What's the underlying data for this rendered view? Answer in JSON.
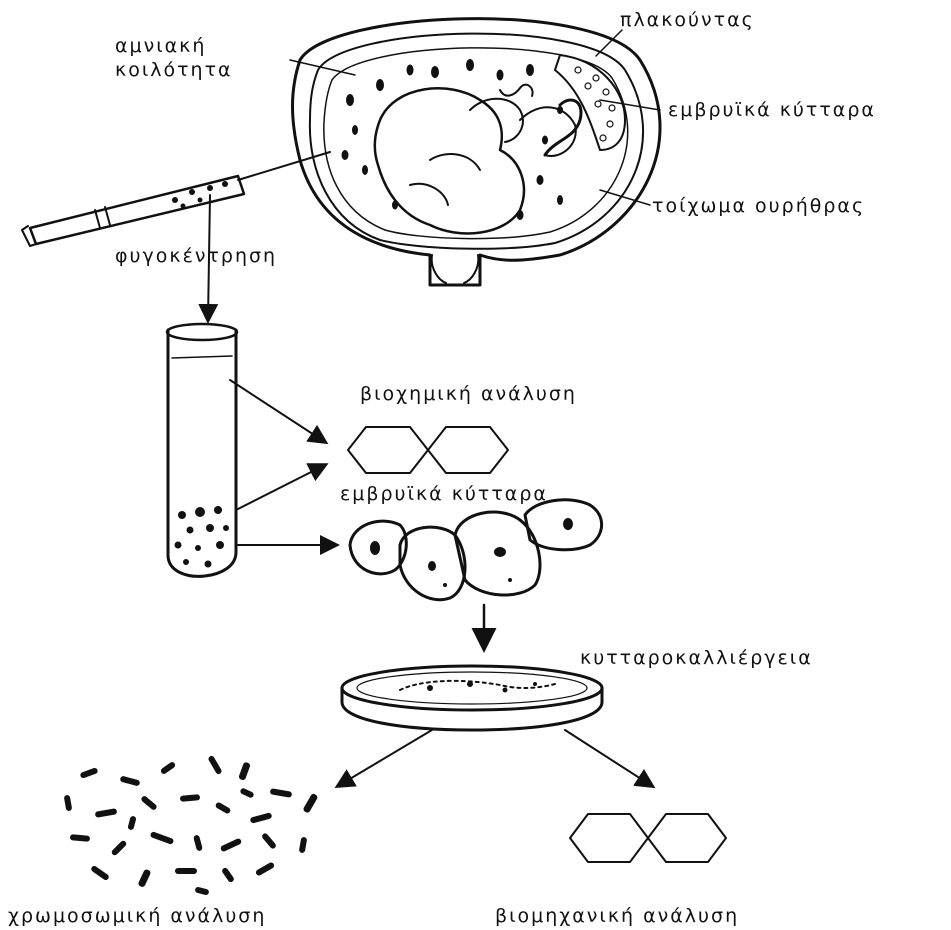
{
  "labels": {
    "amniotic_cavity_line1": "αμνιακή",
    "amniotic_cavity_line2": "κοιλότητα",
    "placenta": "πλακούντας",
    "fetal_cells_top": "εμβρυϊκά κύτταρα",
    "uterine_wall": "τοίχωμα ουρήθρας",
    "centrifugation": "φυγοκέντρηση",
    "biochemical_analysis": "βιοχημική ανάλυση",
    "fetal_cells_mid": "εμβρυϊκά κύτταρα",
    "cell_culture": "κυτταροκαλλιέργεια",
    "chromosomal_analysis": "χρωμοσωμική ανάλυση",
    "biochemical_analysis_bottom": "βιομηχανική ανάλυση"
  },
  "colors": {
    "ink": "#111111",
    "paper": "#ffffff"
  }
}
